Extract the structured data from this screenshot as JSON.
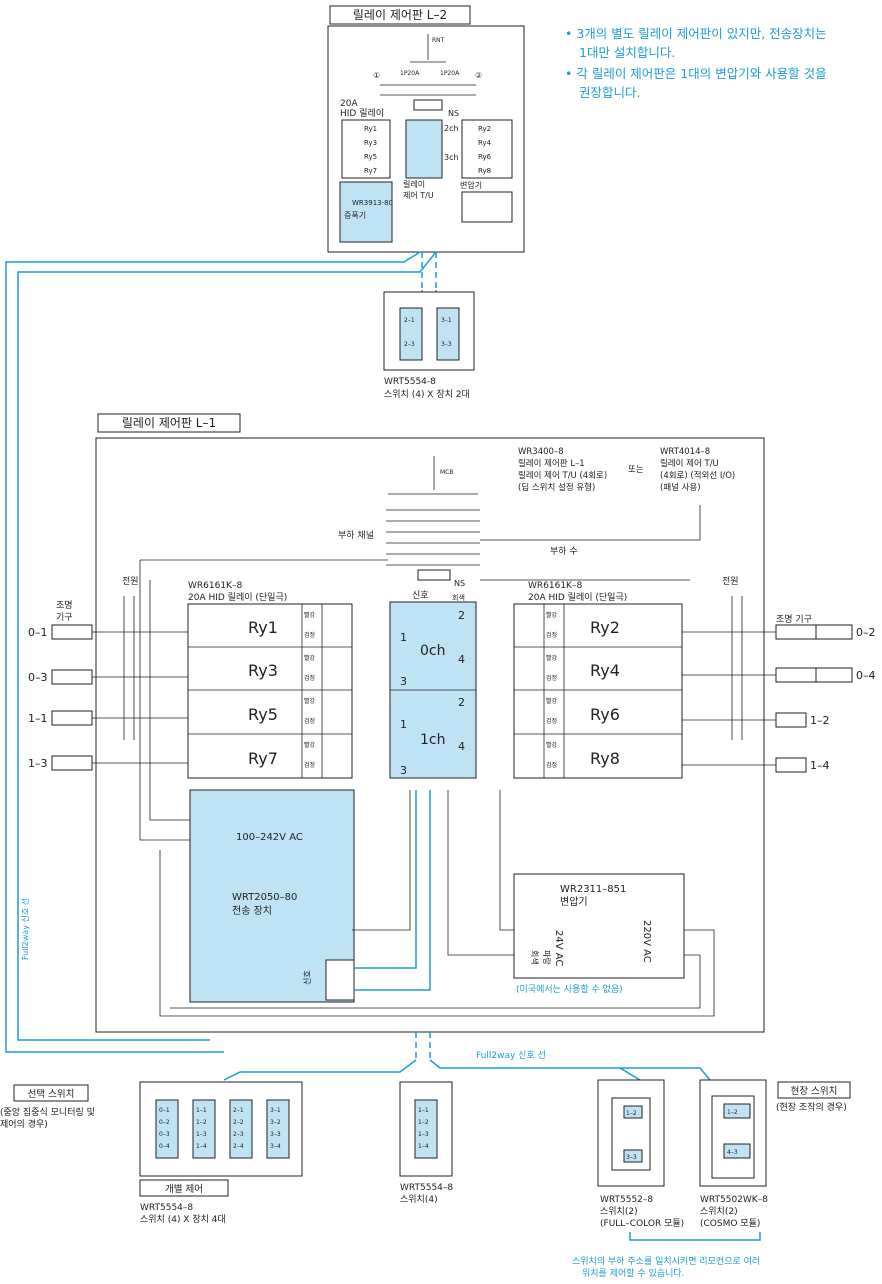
{
  "notes": {
    "n1a": "• 3개의 별도 릴레이 제어판이 있지만, 전송장치는",
    "n1b": "1대만 설치합니다.",
    "n2a": "• 각 릴레이 제어판은 1대의 변압기와 사용할 것을",
    "n2b": "권장합니다."
  },
  "l2": {
    "title": "릴레이 제어판 L–2",
    "rnt": "RNT",
    "p1": "1P20A",
    "p2": "1P20A",
    "ns": "NS",
    "hid1": "20A",
    "hid2": "HID 릴레이",
    "ry": [
      "Ry1",
      "Ry3",
      "Ry5",
      "Ry7"
    ],
    "ryr": [
      "Ry2",
      "Ry4",
      "Ry6",
      "Ry8"
    ],
    "ch2": "2ch",
    "ch3": "3ch",
    "tu1": "릴레이",
    "tu2": "제어 T/U",
    "trans": "변압기",
    "amp1": "WR3913-80",
    "amp2": "증폭기",
    "c1": "①",
    "c2": "②"
  },
  "sw_top": {
    "model": "WRT5554-8",
    "desc": "스위치 (4) X 장치 2대",
    "s1": "2–1",
    "s2": "2–3",
    "s3": "3–1",
    "s4": "3–3"
  },
  "l1": {
    "title": "릴레이 제어판 L–1",
    "wr3400a": "WR3400–8",
    "wr3400b": "릴레이 제어판 L–1",
    "wr3400c": "릴레이 제어 T/U (4회로)",
    "wr3400d": "(딥 스위치 설정 유형)",
    "or": "또는",
    "wrt4014a": "WRT4014–8",
    "wrt4014b": "릴레이 제어 T/U",
    "wrt4014c": "(4회로) (적외선 I/O)",
    "wrt4014d": "(패널 사용)",
    "mcb": "MCB",
    "load_ch": "부하 채널",
    "load_no": "부하 수",
    "ns": "NS",
    "signal": "신호",
    "gray": "회색",
    "power": "전원",
    "fixture_l1": "조명",
    "fixture_l2": "기구",
    "fixture_r": "조명 기구",
    "hid_l1": "WR6161K–8",
    "hid_l2": "20A HID 릴레이 (단일극)",
    "hid_r1": "WR6161K–8",
    "hid_r2": "20A HID 릴레이 (단일극)",
    "ry_left": [
      "Ry1",
      "Ry3",
      "Ry5",
      "Ry7"
    ],
    "ry_right": [
      "Ry2",
      "Ry4",
      "Ry6",
      "Ry8"
    ],
    "out_left": [
      "0–1",
      "0–3",
      "1–1",
      "1–3"
    ],
    "out_right": [
      "0–2",
      "0–4",
      "1–2",
      "1–4"
    ],
    "ch0": "0ch",
    "ch1": "1ch",
    "n1": "1",
    "n2": "2",
    "n3": "3",
    "n4": "4",
    "red": "빨강",
    "black": "검정",
    "trans_v": "100–242V AC",
    "trans_model": "WRT2050–80",
    "trans_name": "전송 장치",
    "sig_label": "신호",
    "tr_model": "WR2311–851",
    "tr_name": "변압기",
    "tr_red": "파랑",
    "tr_gray": "회색",
    "v24": "24V AC",
    "v220": "220V AC",
    "us_note": "(미국에서는 사용할 수 없음)"
  },
  "bottom": {
    "full2way_v": "Full2way 신호 선",
    "full2way_h": "Full2way 신호 선",
    "select1": "선택 스위치",
    "select2": "(중앙 집중식 모니터링 및",
    "select3": "제어의 경우)",
    "indiv": "개별 제어",
    "sw4_model": "WRT5554–8",
    "sw4_desc": "스위치 (4) X 장치 4대",
    "sw4_keys": [
      "0–1",
      "0–2",
      "0–3",
      "0–4",
      "1–1",
      "1–2",
      "1–3",
      "1–4",
      "2–1",
      "2–2",
      "2–3",
      "2–4",
      "3–1",
      "3–2",
      "3–3",
      "3–4"
    ],
    "sw_single_model": "WRT5554–8",
    "sw_single_desc": "스위치(4)",
    "sw_single_keys": [
      "1–1",
      "1–2",
      "1–3",
      "1–4"
    ],
    "site1": "현장 스위치",
    "site2": "(현장 조작의 경우)",
    "fc_model": "WRT5552–8",
    "fc_desc1": "스위치(2)",
    "fc_desc2": "(FULL–COLOR 모듈)",
    "fc_k1": "1–2",
    "fc_k2": "3–3",
    "cosmo_model": "WRT5502WK–8",
    "cosmo_desc1": "스위치(2)",
    "cosmo_desc2": "(COSMO 모듈)",
    "cosmo_k1": "1–2",
    "cosmo_k2": "4–3",
    "remote1": "스위치의 부하 주소를 일치시키면 리모컨으로 여러",
    "remote2": "위치를 제어할 수 있습니다."
  },
  "colors": {
    "signal": "#1e9bd7",
    "panel": "#bfe3f4"
  }
}
